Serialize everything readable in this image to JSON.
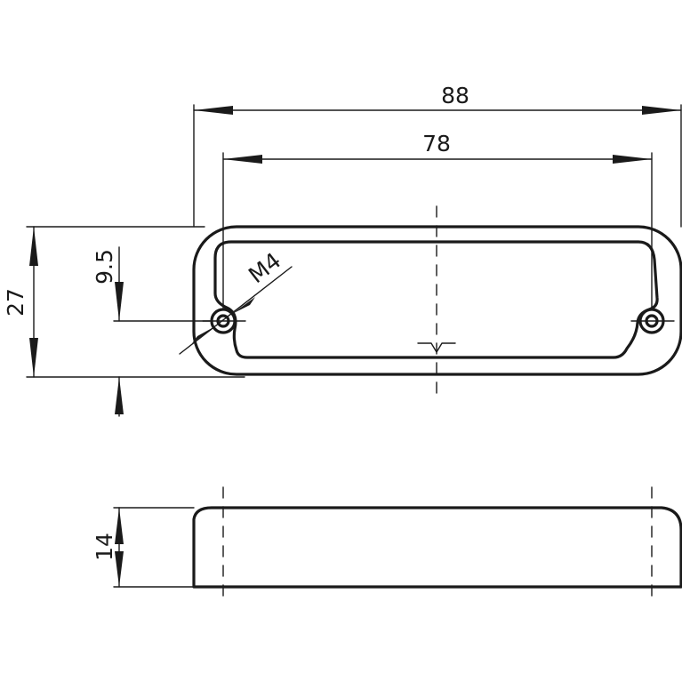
{
  "drawing": {
    "dimensions": {
      "overall_length": "88",
      "hole_spacing": "78",
      "overall_height": "27",
      "hole_offset": "9.5",
      "thickness": "14",
      "thread": "M4"
    }
  }
}
